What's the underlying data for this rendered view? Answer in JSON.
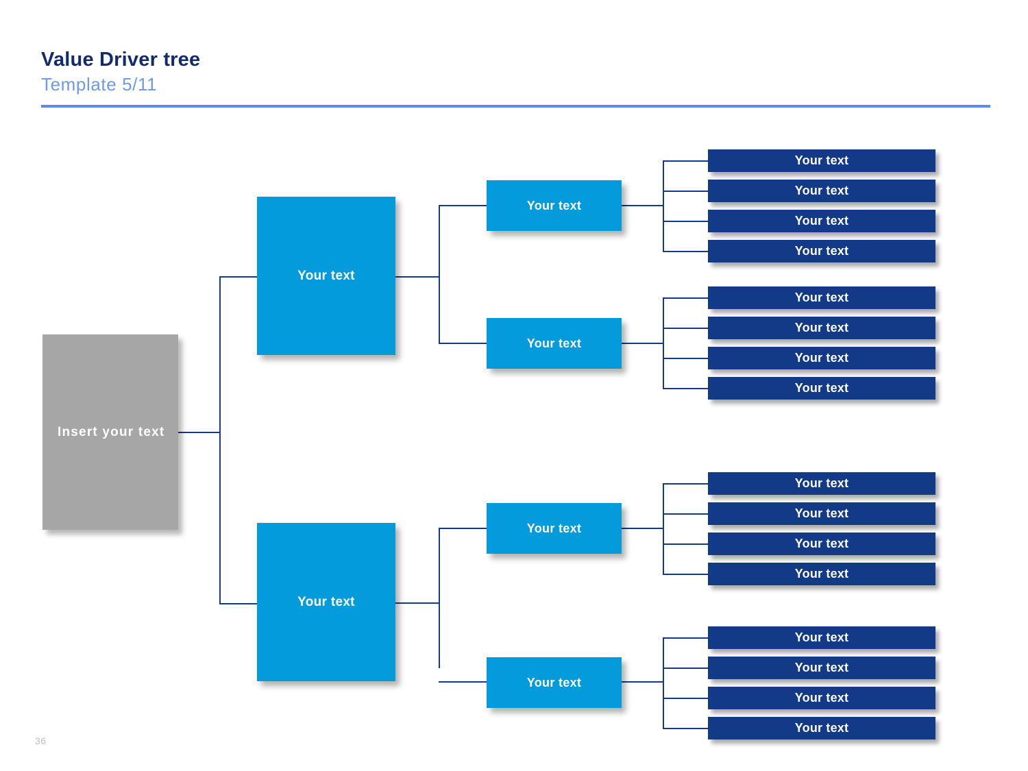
{
  "header": {
    "title": "Value Driver tree",
    "subtitle": "Template 5/11",
    "rule_color": "#5B8CE0",
    "title_color": "#122B6B",
    "subtitle_color": "#6E9AE8"
  },
  "footer": {
    "page_number": "36"
  },
  "palette": {
    "root_box": "#A6A6A6",
    "branch_box": "#039BDB",
    "leaf_box": "#123A86",
    "connector": "#123A86",
    "text_on_box": "#FFFFFF"
  },
  "diagram": {
    "type": "tree",
    "orientation": "left-to-right",
    "levels": 4,
    "root": {
      "label": "Insert your text"
    },
    "branches": [
      {
        "label": "Your text",
        "children": [
          {
            "label": "Your text",
            "leaves": [
              {
                "label": "Your text"
              },
              {
                "label": "Your text"
              },
              {
                "label": "Your text"
              },
              {
                "label": "Your text"
              }
            ]
          },
          {
            "label": "Your text",
            "leaves": [
              {
                "label": "Your text"
              },
              {
                "label": "Your text"
              },
              {
                "label": "Your text"
              },
              {
                "label": "Your text"
              }
            ]
          }
        ]
      },
      {
        "label": "Your text",
        "children": [
          {
            "label": "Your text",
            "leaves": [
              {
                "label": "Your text"
              },
              {
                "label": "Your text"
              },
              {
                "label": "Your text"
              },
              {
                "label": "Your text"
              }
            ]
          },
          {
            "label": "Your text",
            "leaves": [
              {
                "label": "Your text"
              },
              {
                "label": "Your text"
              },
              {
                "label": "Your text"
              },
              {
                "label": "Your text"
              }
            ]
          }
        ]
      }
    ]
  }
}
